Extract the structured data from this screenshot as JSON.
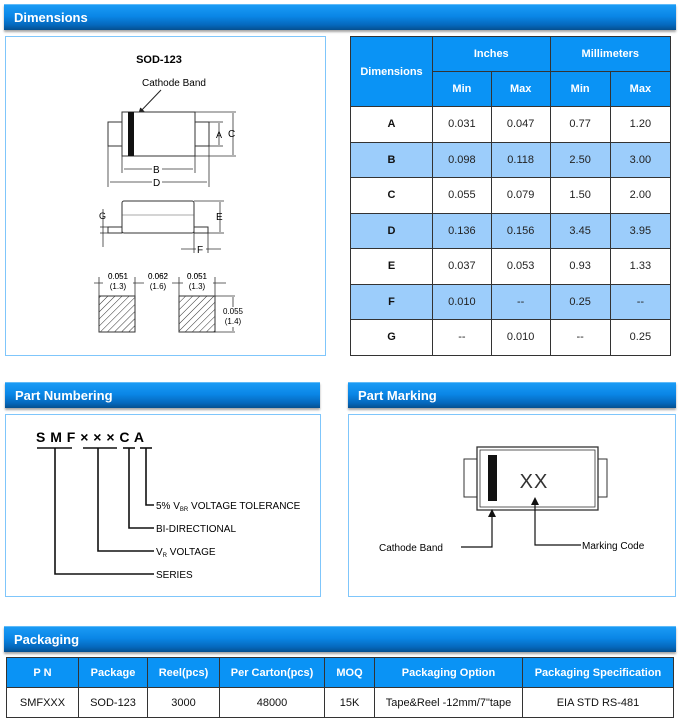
{
  "sections": {
    "dimensions": "Dimensions",
    "part_numbering": "Part Numbering",
    "part_marking": "Part Marking",
    "packaging": "Packaging"
  },
  "drawing": {
    "package_name": "SOD-123",
    "cathode_band_label": "Cathode Band",
    "dim_labels": {
      "A": "A",
      "B": "B",
      "C": "C",
      "D": "D",
      "E": "E",
      "F": "F",
      "G": "G"
    },
    "pad_dims": {
      "pad_width_in": "0.051",
      "pad_width_mm": "(1.3)",
      "gap_in": "0.062",
      "gap_mm": "(1.6)",
      "pad_width2_in": "0.051",
      "pad_width2_mm": "(1.3)",
      "pad_height_in": "0.055",
      "pad_height_mm": "(1.4)"
    }
  },
  "dim_table": {
    "headers": {
      "dimensions": "Dimensions",
      "inches": "Inches",
      "millimeters": "Millimeters",
      "min": "Min",
      "max": "Max"
    },
    "rows": [
      {
        "dim": "A",
        "in_min": "0.031",
        "in_max": "0.047",
        "mm_min": "0.77",
        "mm_max": "1.20"
      },
      {
        "dim": "B",
        "in_min": "0.098",
        "in_max": "0.118",
        "mm_min": "2.50",
        "mm_max": "3.00"
      },
      {
        "dim": "C",
        "in_min": "0.055",
        "in_max": "0.079",
        "mm_min": "1.50",
        "mm_max": "2.00"
      },
      {
        "dim": "D",
        "in_min": "0.136",
        "in_max": "0.156",
        "mm_min": "3.45",
        "mm_max": "3.95"
      },
      {
        "dim": "E",
        "in_min": "0.037",
        "in_max": "0.053",
        "mm_min": "0.93",
        "mm_max": "1.33"
      },
      {
        "dim": "F",
        "in_min": "0.010",
        "in_max": "--",
        "mm_min": "0.25",
        "mm_max": "--"
      },
      {
        "dim": "G",
        "in_min": "--",
        "in_max": "0.010",
        "mm_min": "--",
        "mm_max": "0.25"
      }
    ]
  },
  "part_numbering": {
    "code": "S M F × × × C A",
    "legend": [
      {
        "prefix": "5% V",
        "sub": "BR",
        "suffix": " VOLTAGE TOLERANCE"
      },
      {
        "prefix": "BI-DIRECTIONAL",
        "sub": "",
        "suffix": ""
      },
      {
        "prefix": "V",
        "sub": "R",
        "suffix": " VOLTAGE"
      },
      {
        "prefix": "SERIES",
        "sub": "",
        "suffix": ""
      }
    ]
  },
  "part_marking": {
    "marking_text": "XX",
    "cathode_band_label": "Cathode Band",
    "marking_code_label": "Marking Code"
  },
  "packaging_table": {
    "headers": [
      "P N",
      "Package",
      "Reel(pcs)",
      "Per Carton(pcs)",
      "MOQ",
      "Packaging Option",
      "Packaging Specification"
    ],
    "rows": [
      [
        "SMFXXX",
        "SOD-123",
        "3000",
        "48000",
        "15K",
        "Tape&Reel -12mm/7\"tape",
        "EIA STD RS-481"
      ]
    ]
  },
  "colors": {
    "header_blue": "#0a86e6",
    "table_header": "#0a93f5",
    "alt_row": "#9ccdfb",
    "panel_border": "#7fc6fb"
  }
}
